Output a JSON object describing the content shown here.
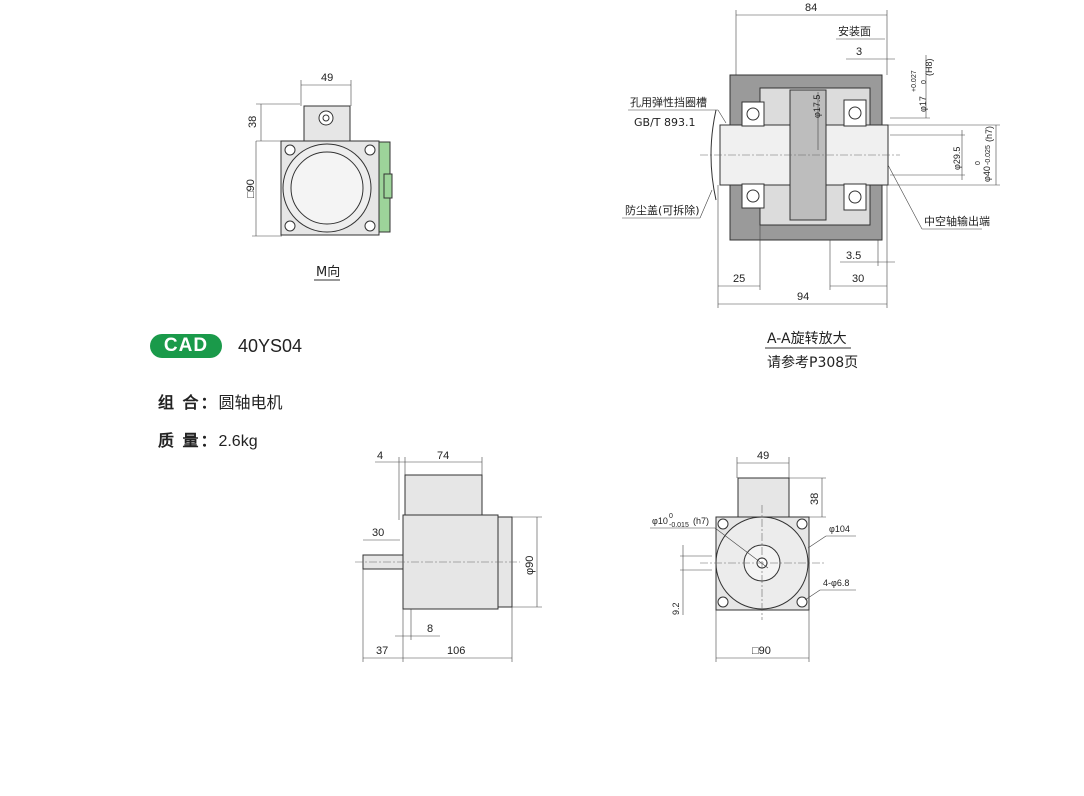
{
  "top_left_view": {
    "dim_width": "49",
    "dim_height_box": "38",
    "dim_square": "□90",
    "view_label": "M向"
  },
  "section_view": {
    "dim_total_top": "84",
    "mount_face_label": "安装面",
    "dim_3": "3",
    "dim_bore": "φ17",
    "dim_bore_tol": "+0.027",
    "dim_bore_tol_low": "0",
    "dim_bore_fit": "(H8)",
    "dim_17_5": "φ17.5",
    "dim_29_5": "φ29.5",
    "dim_40": "φ40",
    "dim_40_tol": "0",
    "dim_40_tol_low": "-0.025",
    "dim_40_fit": "(h7)",
    "label_retaining_ring": "孔用弹性挡圈槽",
    "label_standard": "GB/T 893.1",
    "label_dust_cover": "防尘盖(可拆除)",
    "label_hollow_shaft": "中空轴输出端",
    "dim_3_5": "3.5",
    "dim_25": "25",
    "dim_30": "30",
    "dim_94": "94",
    "caption_line1": "A-A旋转放大",
    "caption_line2": "请参考P308页"
  },
  "info": {
    "cad_badge": "CAD",
    "model": "40YS04",
    "combo_key": "组 合：",
    "combo_value": "圆轴电机",
    "mass_key": "质 量：",
    "mass_value": "2.6kg"
  },
  "side_view": {
    "dim_4": "4",
    "dim_74": "74",
    "dim_30": "30",
    "dim_phi90": "φ90",
    "dim_8": "8",
    "dim_37": "37",
    "dim_106": "106"
  },
  "front_view": {
    "dim_49": "49",
    "dim_38": "38",
    "dim_shaft": "φ10",
    "dim_shaft_tol": "0",
    "dim_shaft_tol_low": "-0.015",
    "dim_shaft_fit": "(h7)",
    "dim_phi104": "φ104",
    "dim_holes": "4-φ6.8",
    "dim_9_2": "9.2",
    "dim_square": "□90"
  },
  "colors": {
    "badge": "#1a9a4a",
    "body_fill": "#e6e6e6",
    "section_fill": "#9a9a9a",
    "green_box": "#9dd49a"
  }
}
